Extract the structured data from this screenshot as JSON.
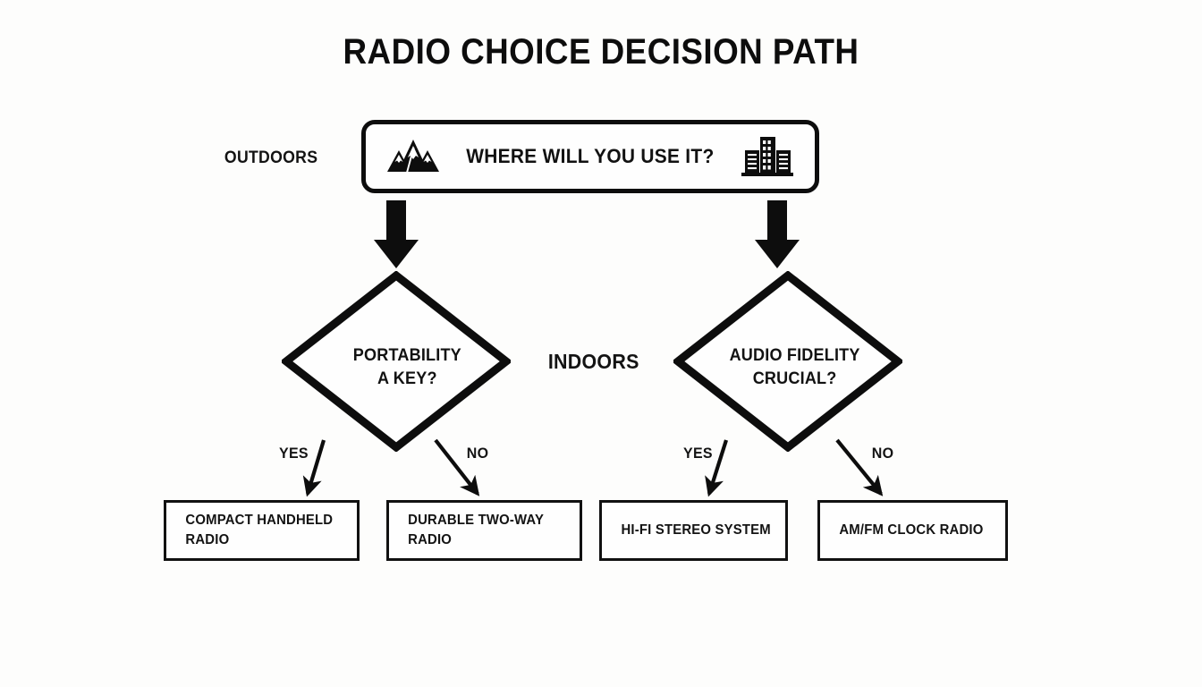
{
  "title": "RADIO CHOICE DECISION PATH",
  "colors": {
    "background": "#fdfdfc",
    "stroke": "#0d0d0d",
    "text": "#111111",
    "node_fill": "#fefefe"
  },
  "root": {
    "label": "WHERE WILL YOU USE IT?",
    "left_icon": "mountains-icon",
    "right_icon": "city-buildings-icon"
  },
  "side_labels": {
    "left": "OUTDOORS",
    "middle": "INDOORS"
  },
  "decisions": [
    {
      "id": "portability",
      "line1": "PORTABILITY",
      "line2": "A KEY?",
      "yes_label": "YES",
      "no_label": "NO"
    },
    {
      "id": "audio-fidelity",
      "line1": "AUDIO FIDELITY",
      "line2": "CRUCIAL?",
      "yes_label": "YES",
      "no_label": "NO"
    }
  ],
  "outcomes": [
    {
      "id": "compact-handheld-radio",
      "line1": "COMPACT HANDHELD",
      "line2": "RADIO"
    },
    {
      "id": "durable-two-way-radio",
      "line1": "DURABLE TWO-WAY",
      "line2": "RADIO"
    },
    {
      "id": "hifi-stereo-system",
      "line1": "HI-FI STEREO SYSTEM",
      "line2": ""
    },
    {
      "id": "amfm-clock-radio",
      "line1": "AM/FM CLOCK RADIO",
      "line2": ""
    }
  ],
  "chart_data": {
    "type": "diagram",
    "diagram_type": "decision-flowchart",
    "title": "RADIO CHOICE DECISION PATH",
    "nodes": [
      {
        "id": "root",
        "shape": "rounded-rect",
        "text": "WHERE WILL YOU USE IT?"
      },
      {
        "id": "portability",
        "shape": "diamond",
        "text": "PORTABILITY A KEY?"
      },
      {
        "id": "audio-fidelity",
        "shape": "diamond",
        "text": "AUDIO FIDELITY CRUCIAL?"
      },
      {
        "id": "compact-handheld-radio",
        "shape": "rect",
        "text": "COMPACT HANDHELD RADIO"
      },
      {
        "id": "durable-two-way-radio",
        "shape": "rect",
        "text": "DURABLE TWO-WAY RADIO"
      },
      {
        "id": "hifi-stereo-system",
        "shape": "rect",
        "text": "HI-FI STEREO SYSTEM"
      },
      {
        "id": "amfm-clock-radio",
        "shape": "rect",
        "text": "AM/FM CLOCK RADIO"
      }
    ],
    "edges": [
      {
        "from": "root",
        "to": "portability",
        "label": "OUTDOORS"
      },
      {
        "from": "root",
        "to": "audio-fidelity",
        "label": "INDOORS"
      },
      {
        "from": "portability",
        "to": "compact-handheld-radio",
        "label": "YES"
      },
      {
        "from": "portability",
        "to": "durable-two-way-radio",
        "label": "NO"
      },
      {
        "from": "audio-fidelity",
        "to": "hifi-stereo-system",
        "label": "YES"
      },
      {
        "from": "audio-fidelity",
        "to": "amfm-clock-radio",
        "label": "NO"
      }
    ]
  }
}
